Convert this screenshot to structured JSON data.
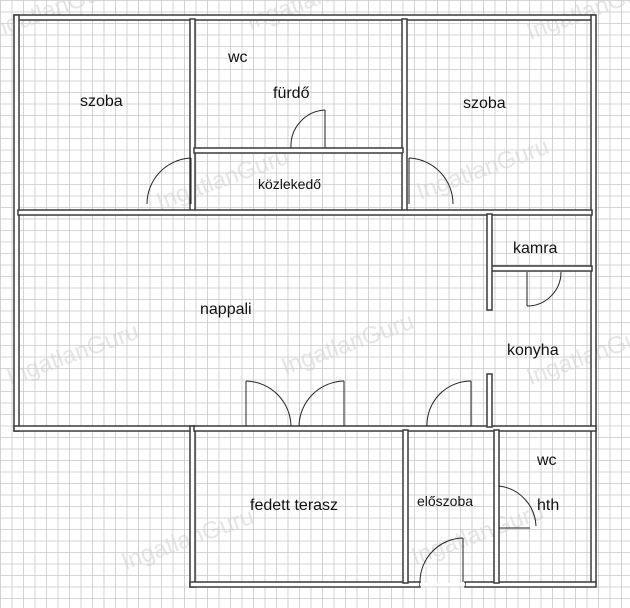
{
  "watermark": "IngatlanGuru",
  "colors": {
    "background": "#ffffff",
    "grid": "#c9c9c9",
    "wall": "#3a3a3a",
    "door": "#222222",
    "text": "#111111",
    "watermark": "#d4d4d4"
  },
  "rooms": {
    "szoba_left": "szoba",
    "wc_top": "wc",
    "furdo": "fürdő",
    "szoba_right": "szoba",
    "kozlekedo": "közlekedő",
    "kamra": "kamra",
    "nappali": "nappali",
    "konyha": "konyha",
    "fedett_terasz": "fedett terasz",
    "eloszoba": "előszoba",
    "wc_bottom": "wc",
    "hth": "hth"
  }
}
